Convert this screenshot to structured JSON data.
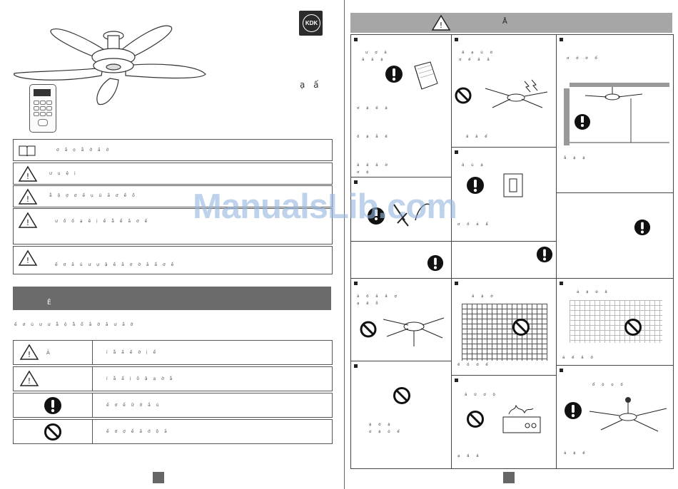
{
  "brand": {
    "logo_text": "KDK"
  },
  "model": {
    "code": "ạ ấ"
  },
  "header": {
    "title": "Å"
  },
  "section": {
    "title": "Ê"
  },
  "legend": {
    "caution_symbol": "Ä"
  },
  "warnings": {
    "icon_label": "!"
  },
  "watermark": {
    "text": "ManualsLib.com"
  },
  "notice": {
    "intro": "ế ơ ủ ư ư ẫ ộ ẫ ổ ầ ờ ấ ư ầ ờ",
    "rows": [
      "ơ ầ ọ ẫ ớ ầ ớ",
      "ư ụ ệ ị",
      "ẫ ộ ợ ơ ế ụ ủ ầ ơ ề ồ",
      "ư ổ ố ạ ẽ ị ế ẫ ế ầ ơ ế",
      "ế ơ ấ ủ ư ự ậ ế ầ ơ ờ ắ ẩ ơ ế"
    ],
    "legend_rows": [
      "ỉ ẫ ẩ ế ờ ị ể",
      "ỉ ẫ ẩ ị ồ ậ ạ ờ ẫ",
      "ế ơ ế ữ ờ ắ ủ",
      "ế ơ ợ ế ấ ớ ộ ắ"
    ]
  },
  "panels": {
    "p1": [
      "ư ợ ắ",
      "ắ ắ ặ",
      "ơ ặ ế ặ",
      "ố ặ ẵ ế",
      "ắ ắ ắ ờ",
      "ơ ệ"
    ],
    "p2": [
      "ầ ạ ủ ờ",
      "ơ ế ắ ắ",
      "ầ ắ ể"
    ],
    "p3": [
      "ắ ủ ặ",
      "ơ ố ả ẩ"
    ],
    "p4": [
      "ơ ở ờ ổ",
      "ẫ ặ ặ"
    ],
    "p5": [
      "ả ố ắ ầ ợ",
      "ạ ầ ỗ"
    ],
    "p6": [
      "ắ ặ ờ",
      "ế ố ớ ể"
    ],
    "p7": [
      "ả ặ ờ ầ",
      "ả ế ầ ở"
    ],
    "p8": [
      "ặ ờ ặ",
      "ơ ặ ỏ ể"
    ],
    "p9": [
      "ắ ữ ơ ộ",
      "ạ ầ ấ"
    ],
    "p10": [
      "ổ ộ ọ ố",
      "ả ặ ế"
    ]
  }
}
